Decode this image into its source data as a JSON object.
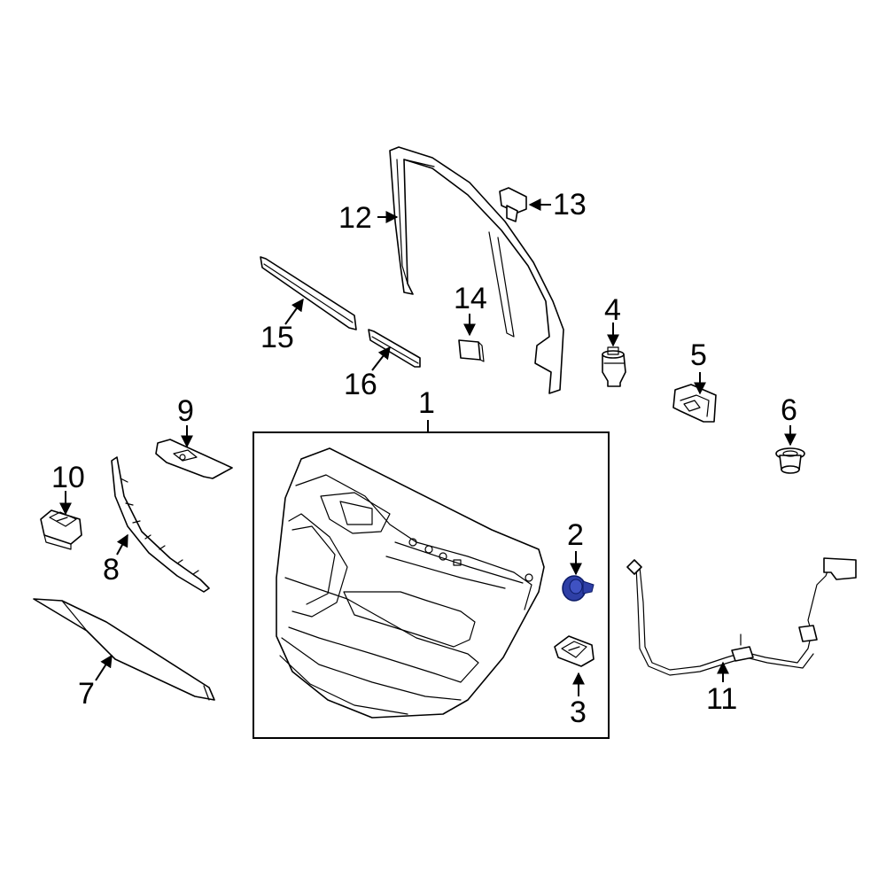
{
  "colors": {
    "line": "#000000",
    "background": "#ffffff",
    "highlight_part": "#2e3fa6"
  },
  "callouts": {
    "c1": "1",
    "c2": "2",
    "c3": "3",
    "c4": "4",
    "c5": "5",
    "c6": "6",
    "c7": "7",
    "c8": "8",
    "c9": "9",
    "c10": "10",
    "c11": "11",
    "c12": "12",
    "c13": "13",
    "c14": "14",
    "c15": "15",
    "c16": "16"
  },
  "highlighted_part": "2"
}
